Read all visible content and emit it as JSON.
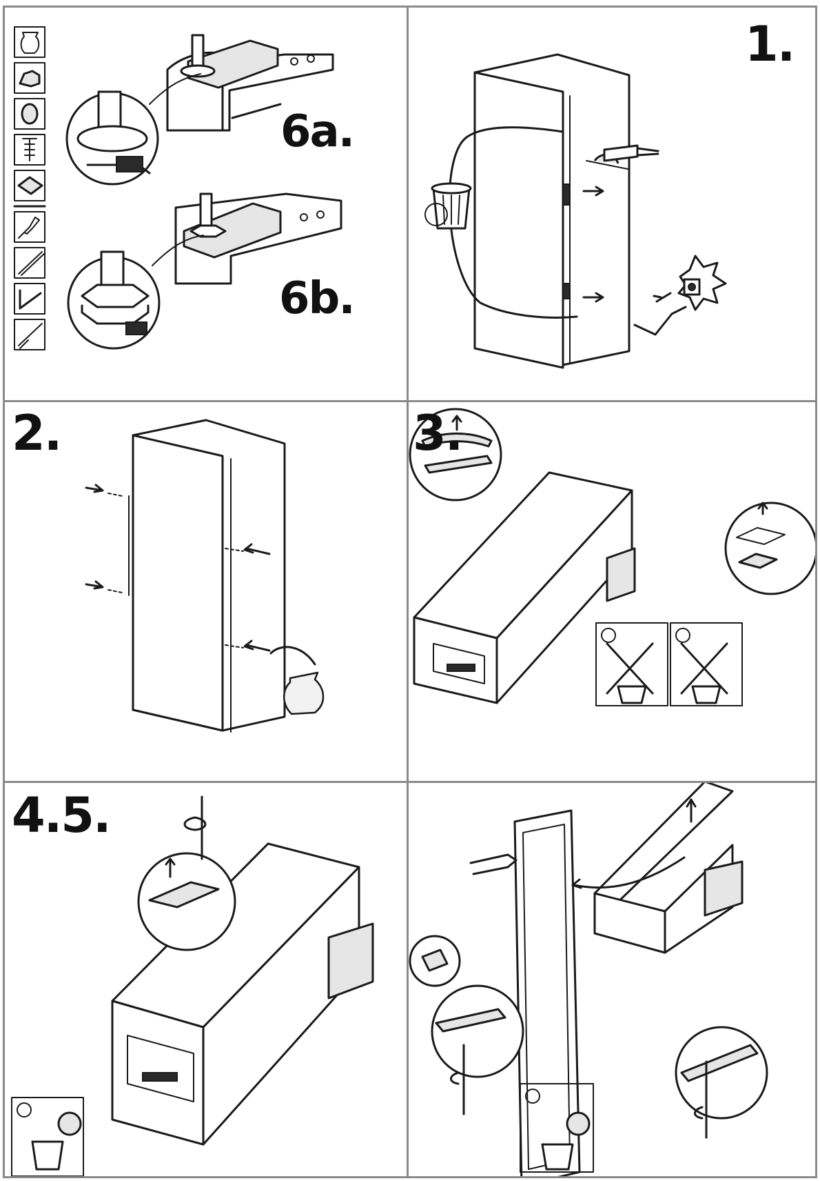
{
  "steps": {
    "s6a": "6a.",
    "s6b": "6b.",
    "s1": "1.",
    "s2": "2.",
    "s3": "3.",
    "s45": "4.5."
  },
  "parts_list": [
    "bag-icon",
    "hinge-cover-icon",
    "cap-icon",
    "screw-icon",
    "plate-icon",
    "screwdriver-icon",
    "screwdriver-flat-icon",
    "hex-key-icon",
    "pin-tool-icon"
  ],
  "notices": [
    "info-icon",
    "info-icon",
    "info-icon",
    "info-icon"
  ],
  "colors": {
    "line": "#1a1a1a",
    "frame": "#8a8a8a",
    "fill": "#e6e6e6"
  }
}
